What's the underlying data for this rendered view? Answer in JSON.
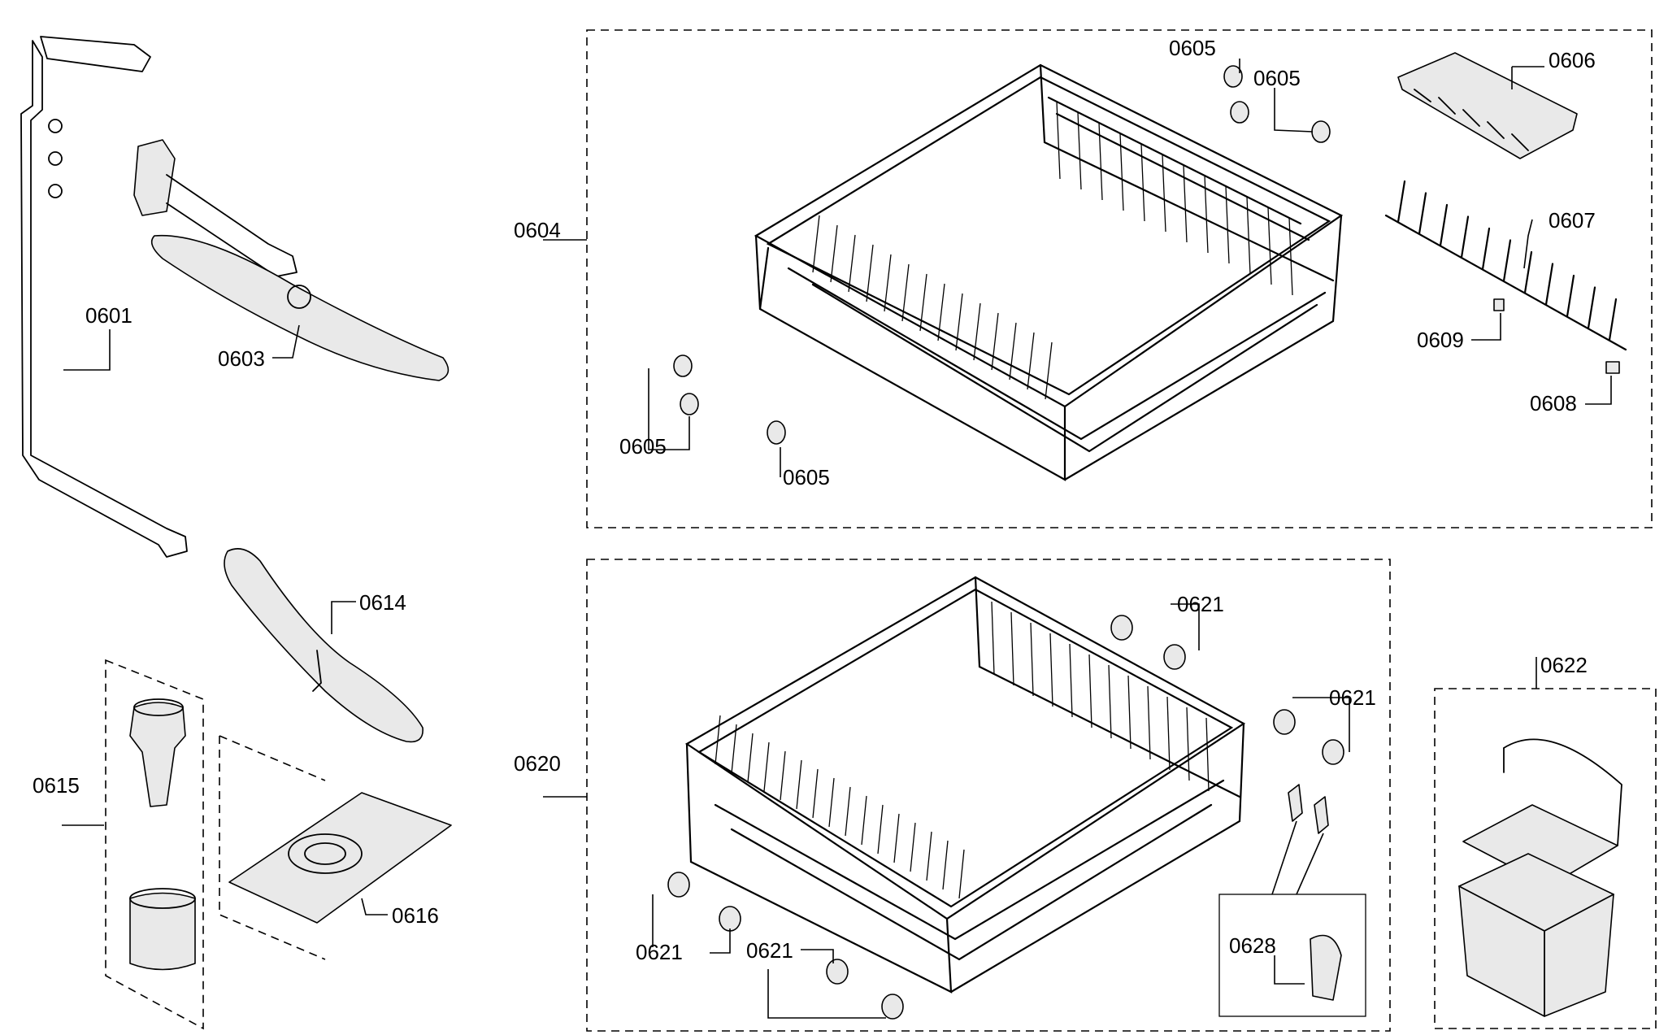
{
  "labels": {
    "p0601": "0601",
    "p0603": "0603",
    "p0604": "0604",
    "p0605_a": "0605",
    "p0605_b": "0605",
    "p0605_c": "0605",
    "p0605_d": "0605",
    "p0606": "0606",
    "p0607": "0607",
    "p0608": "0608",
    "p0609": "0609",
    "p0614": "0614",
    "p0615": "0615",
    "p0616": "0616",
    "p0620": "0620",
    "p0621_a": "0621",
    "p0621_b": "0621",
    "p0621_c": "0621",
    "p0621_d": "0621",
    "p0622": "0622",
    "p0628": "0628"
  }
}
